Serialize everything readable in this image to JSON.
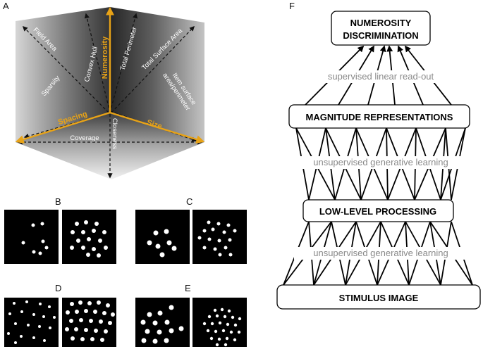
{
  "panels": {
    "A": {
      "letter": "A"
    },
    "B": {
      "letter": "B"
    },
    "C": {
      "letter": "C"
    },
    "D": {
      "letter": "D"
    },
    "E": {
      "letter": "E"
    },
    "F": {
      "letter": "F"
    }
  },
  "cube": {
    "axes": {
      "numerosity": "Numerosity",
      "spacing": "Spacing",
      "size": "Size"
    },
    "dimensions": {
      "field_area": "Field Area",
      "convex_hull": "Convex Hull",
      "total_perimeter": "Total Perimeter",
      "total_surface_area": "Total Surface Area",
      "sparsity": "Sparsity",
      "item_surface_line1": "Item surface",
      "item_surface_line2": "area/perimeter",
      "coverage": "Coverage",
      "closeness": "Closeness"
    },
    "colors": {
      "axis": "#e8a317",
      "arrow": "#111111",
      "text": "#ffffff"
    }
  },
  "network": {
    "top_box_line1": "NUMEROSITY",
    "top_box_line2": "DISCRIMINATION",
    "readout_label": "supervised linear read-out",
    "magnitude_box": "MAGNITUDE REPRESENTATIONS",
    "generative_label_1": "unsupervised generative learning",
    "lowlevel_box": "LOW-LEVEL  PROCESSING",
    "generative_label_2": "unsupervised generative learning",
    "stimulus_box": "STIMULUS IMAGE"
  }
}
